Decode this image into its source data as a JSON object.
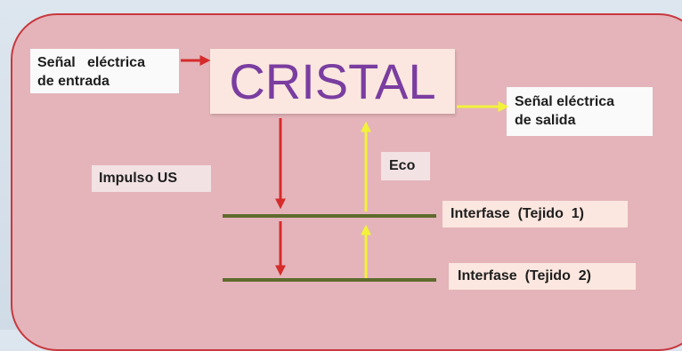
{
  "crystal_label": "CRISTAL",
  "input_signal": [
    "Señal   eléctrica",
    "de entrada"
  ],
  "output_signal": [
    "Señal eléctrica",
    "de salida"
  ],
  "pulse_label": "Impulso US",
  "echo_label": "Eco",
  "interface_1": "Interfase  (Tejido  1)",
  "interface_2": "Interfase  (Tejido  2)",
  "colors": {
    "panel_fill": "#e4b4ba",
    "panel_border": "#c8383e",
    "crystal_text": "#7a3da0",
    "pulse_arrow": "#d52b2b",
    "echo_arrow": "#f2f23a",
    "interface_line": "#5e6b2d"
  }
}
